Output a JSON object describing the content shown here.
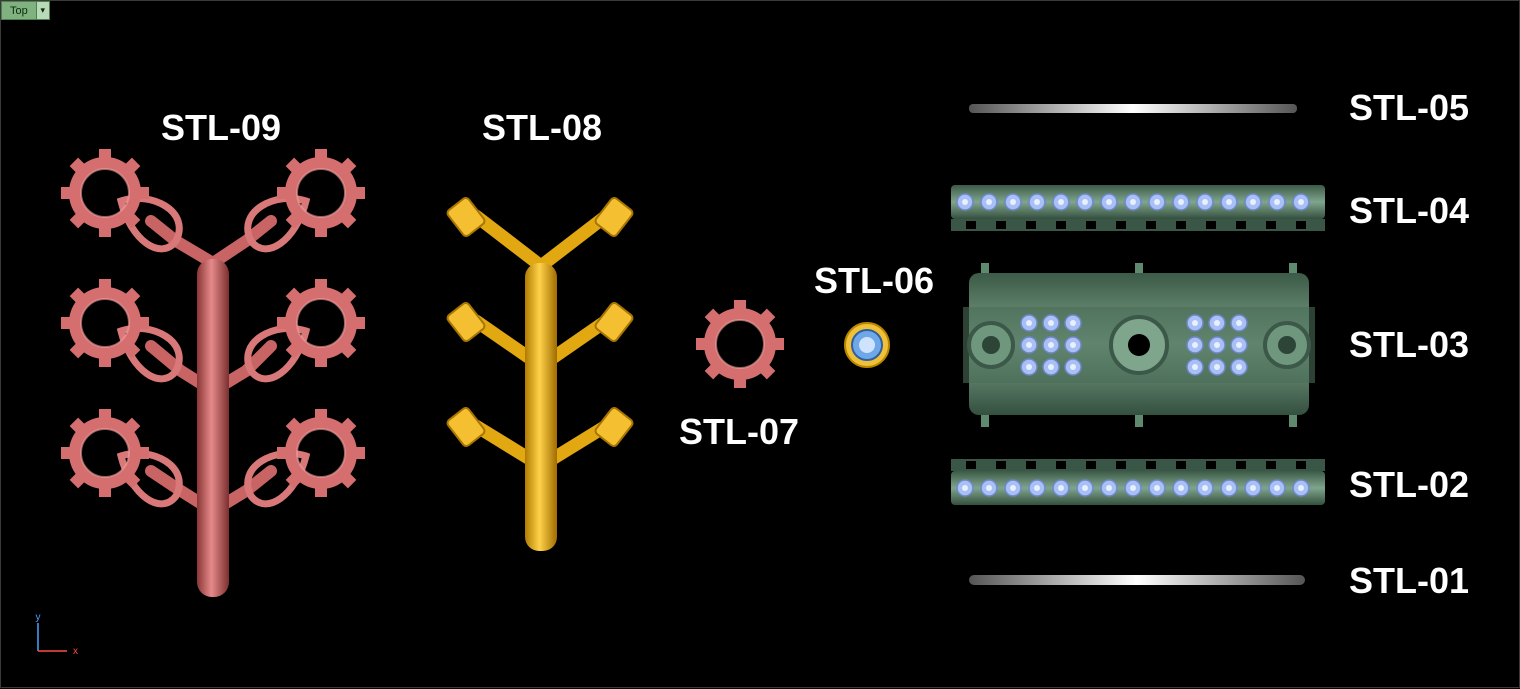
{
  "viewport": {
    "view_name": "Top",
    "dropdown_glyph": "▾"
  },
  "labels": {
    "stl09": "STL-09",
    "stl08": "STL-08",
    "stl07": "STL-07",
    "stl06": "STL-06",
    "stl05": "STL-05",
    "stl04": "STL-04",
    "stl03": "STL-03",
    "stl02": "STL-02",
    "stl01": "STL-01"
  },
  "axis": {
    "y": "y",
    "x": "x"
  },
  "colors": {
    "copper": "#d06a6a",
    "gold": "#f0b81f",
    "green": "#5f8a6f",
    "stone": "#9fb8ee",
    "silver": "#e6e6e6"
  },
  "icons": {
    "axis": "axis-triad-icon"
  }
}
